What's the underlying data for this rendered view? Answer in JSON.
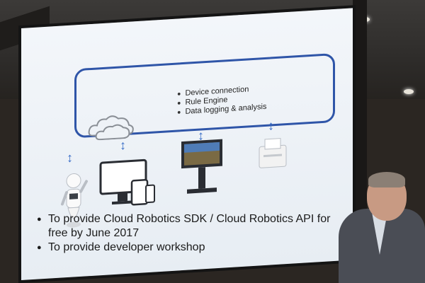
{
  "slide": {
    "cloud_features": [
      "Device connection",
      "Rule Engine",
      "Data logging & analysis"
    ],
    "bottom_bullets": [
      "To provide Cloud Robotics SDK / Cloud Robotics API for free by June 2017",
      "To provide developer workshop"
    ]
  },
  "colors": {
    "cloud_outline": "#2f55a8",
    "arrow": "#3b6fc8"
  },
  "icons": [
    "cloud-icon",
    "robot-icon",
    "desktop-monitor-icon",
    "tablet-icon",
    "phone-icon",
    "kiosk-display-icon",
    "printer-icon"
  ]
}
